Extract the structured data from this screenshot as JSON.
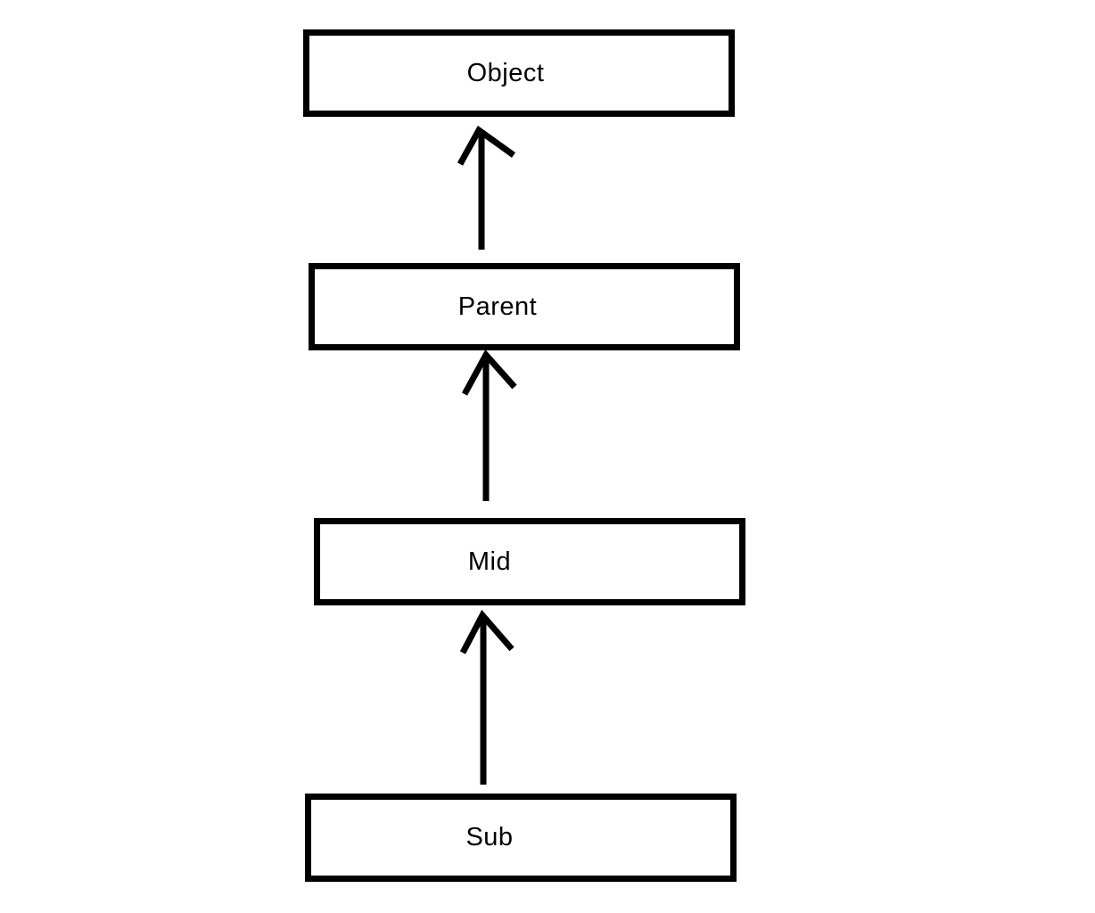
{
  "nodes": {
    "object": {
      "label": "Object"
    },
    "parent": {
      "label": "Parent"
    },
    "mid": {
      "label": "Mid"
    },
    "sub": {
      "label": "Sub"
    }
  },
  "edges": [
    {
      "from": "Parent",
      "to": "Object",
      "kind": "arrow"
    },
    {
      "from": "Mid",
      "to": "Parent",
      "kind": "arrow"
    },
    {
      "from": "Sub",
      "to": "Mid",
      "kind": "arrow"
    }
  ],
  "colors": {
    "stroke": "#000000",
    "background": "#ffffff"
  }
}
